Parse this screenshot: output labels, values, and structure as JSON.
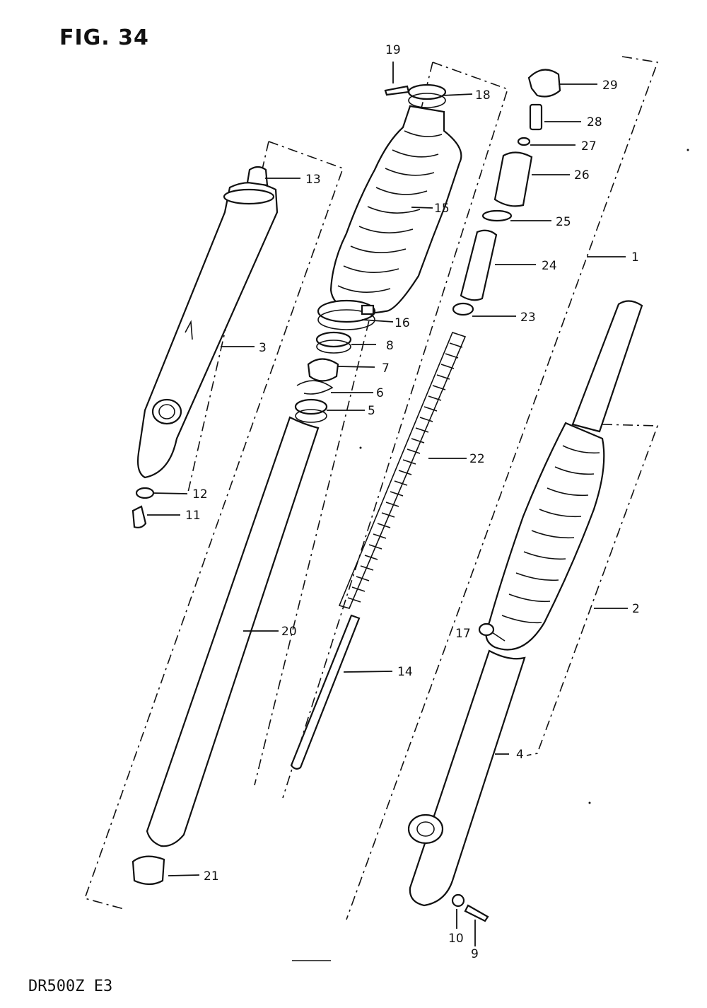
{
  "figure": {
    "title": "FIG. 34",
    "model": "DR500Z  E3"
  },
  "callouts": [
    {
      "id": "1",
      "label": "1"
    },
    {
      "id": "2",
      "label": "2"
    },
    {
      "id": "3",
      "label": "3"
    },
    {
      "id": "4",
      "label": "4"
    },
    {
      "id": "5",
      "label": "5"
    },
    {
      "id": "6",
      "label": "6"
    },
    {
      "id": "7",
      "label": "7"
    },
    {
      "id": "8",
      "label": "8"
    },
    {
      "id": "9",
      "label": "9"
    },
    {
      "id": "10",
      "label": "10"
    },
    {
      "id": "11",
      "label": "11"
    },
    {
      "id": "12",
      "label": "12"
    },
    {
      "id": "13",
      "label": "13"
    },
    {
      "id": "14",
      "label": "14"
    },
    {
      "id": "15",
      "label": "15"
    },
    {
      "id": "16",
      "label": "16"
    },
    {
      "id": "17",
      "label": "17"
    },
    {
      "id": "18",
      "label": "18"
    },
    {
      "id": "19",
      "label": "19"
    },
    {
      "id": "20",
      "label": "20"
    },
    {
      "id": "21",
      "label": "21"
    },
    {
      "id": "22",
      "label": "22"
    },
    {
      "id": "23",
      "label": "23"
    },
    {
      "id": "24",
      "label": "24"
    },
    {
      "id": "25",
      "label": "25"
    },
    {
      "id": "26",
      "label": "26"
    },
    {
      "id": "27",
      "label": "27"
    },
    {
      "id": "28",
      "label": "28"
    },
    {
      "id": "29",
      "label": "29"
    }
  ]
}
